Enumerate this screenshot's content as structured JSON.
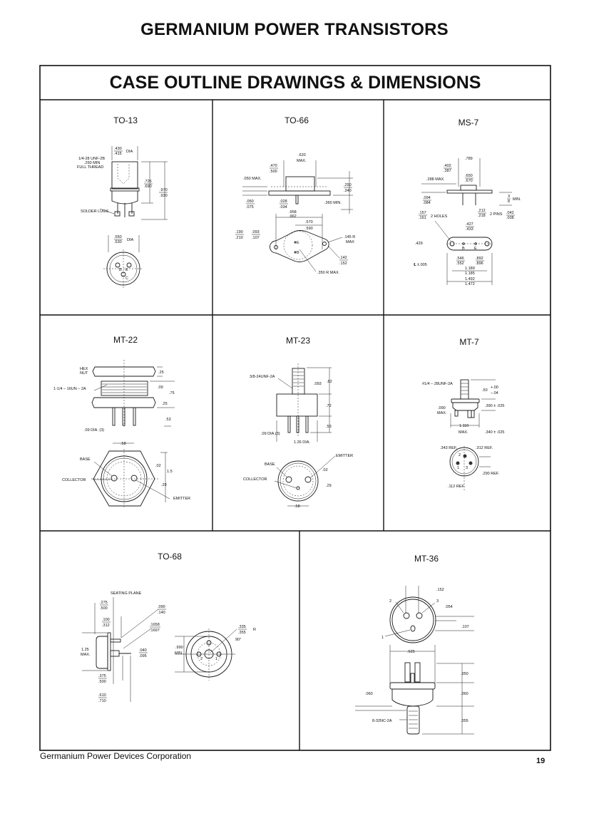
{
  "page": {
    "title": "GERMANIUM POWER TRANSISTORS",
    "subtitle": "CASE OUTLINE DRAWINGS & DIMENSIONS",
    "footer": "Germanium Power Devices Corporation",
    "page_number": "19"
  },
  "panels": [
    {
      "title": "TO-13",
      "labels": [
        ".430",
        ".415",
        "DIA",
        "1/4-28 UNF-2B",
        ".250 MIN",
        "FULL THREAD",
        ".725",
        ".690",
        ".970",
        ".930",
        "SOLDER LUGS",
        ".550",
        ".530",
        "DIA",
        "B",
        "E",
        "C"
      ]
    },
    {
      "title": "TO-66",
      "labels": [
        ".620",
        "MAX.",
        ".470",
        ".500",
        ".050 MAX.",
        ".250",
        ".340",
        ".050",
        ".075",
        ".028",
        ".034",
        ".360 MIN.",
        ".958",
        ".962",
        ".570",
        ".590",
        ".190",
        ".210",
        ".093",
        ".107",
        ".145 R",
        "MAX",
        ".142",
        ".152",
        ".350 R MAX.",
        "E",
        "B"
      ]
    },
    {
      "title": "MS-7",
      "labels": [
        ".789",
        ".402",
        ".387",
        ".650",
        ".670",
        ".288 MAX.",
        ".094",
        ".084",
        "3",
        "8",
        "MIN.",
        ".157",
        ".161",
        "2 HOLES",
        ".212",
        ".218",
        "2 PINS",
        ".042",
        ".038",
        ".427",
        ".433",
        ".429",
        "℄ ±.005",
        ".546",
        ".552",
        ".892",
        ".896",
        "1.189",
        "1.185",
        "1.492",
        "1.472",
        "B",
        "E"
      ]
    },
    {
      "title": "MT-22",
      "labels": [
        "HEX",
        "NUT",
        ".25",
        "1-1/4 – 16UN – 2A",
        ".09",
        ".75",
        ".25",
        ".53",
        ".09 DIA. (3)",
        ".58",
        "BASE",
        "COLLECTOR",
        ".02",
        "1.5",
        ".29",
        "EMITTER"
      ]
    },
    {
      "title": "MT-23",
      "labels": [
        "3/8-24UNF-2A",
        ".093",
        ".82",
        ".72",
        ".53",
        ".09 DIA.(3)",
        "1.26 DIA.",
        "EMITTER",
        "BASE",
        ".02",
        "COLLECTOR",
        ".29",
        ".58"
      ]
    },
    {
      "title": "MT-7",
      "labels": [
        "#1/4 – 28UNF-2A",
        ".50",
        "+.00",
        "–.04",
        ".090",
        "MAX.",
        ".390 ± .025",
        "1.110",
        "MAX.",
        ".340 ± .025",
        ".343 REF.",
        ".312 REF.",
        ".290 REF.",
        ".112 REF.",
        "1",
        "2",
        "3"
      ]
    },
    {
      "title": "TO-68",
      "labels": [
        "SEATING PLANE",
        ".275",
        ".500",
        ".090",
        ".140",
        ".100",
        ".312",
        ".1658",
        ".1697",
        "1.25",
        "MAX.",
        ".040",
        ".095",
        ".375",
        ".500",
        ".610",
        ".710",
        ".335",
        ".355",
        "R",
        "90°",
        ".990",
        "MIN.",
        "2",
        "1"
      ]
    },
    {
      "title": "MT-36",
      "labels": [
        ".152",
        "2",
        "3",
        ".054",
        ".107",
        "1",
        ".625",
        ".350",
        ".360",
        ".355",
        ".060",
        "8-32NC-2A"
      ]
    }
  ]
}
